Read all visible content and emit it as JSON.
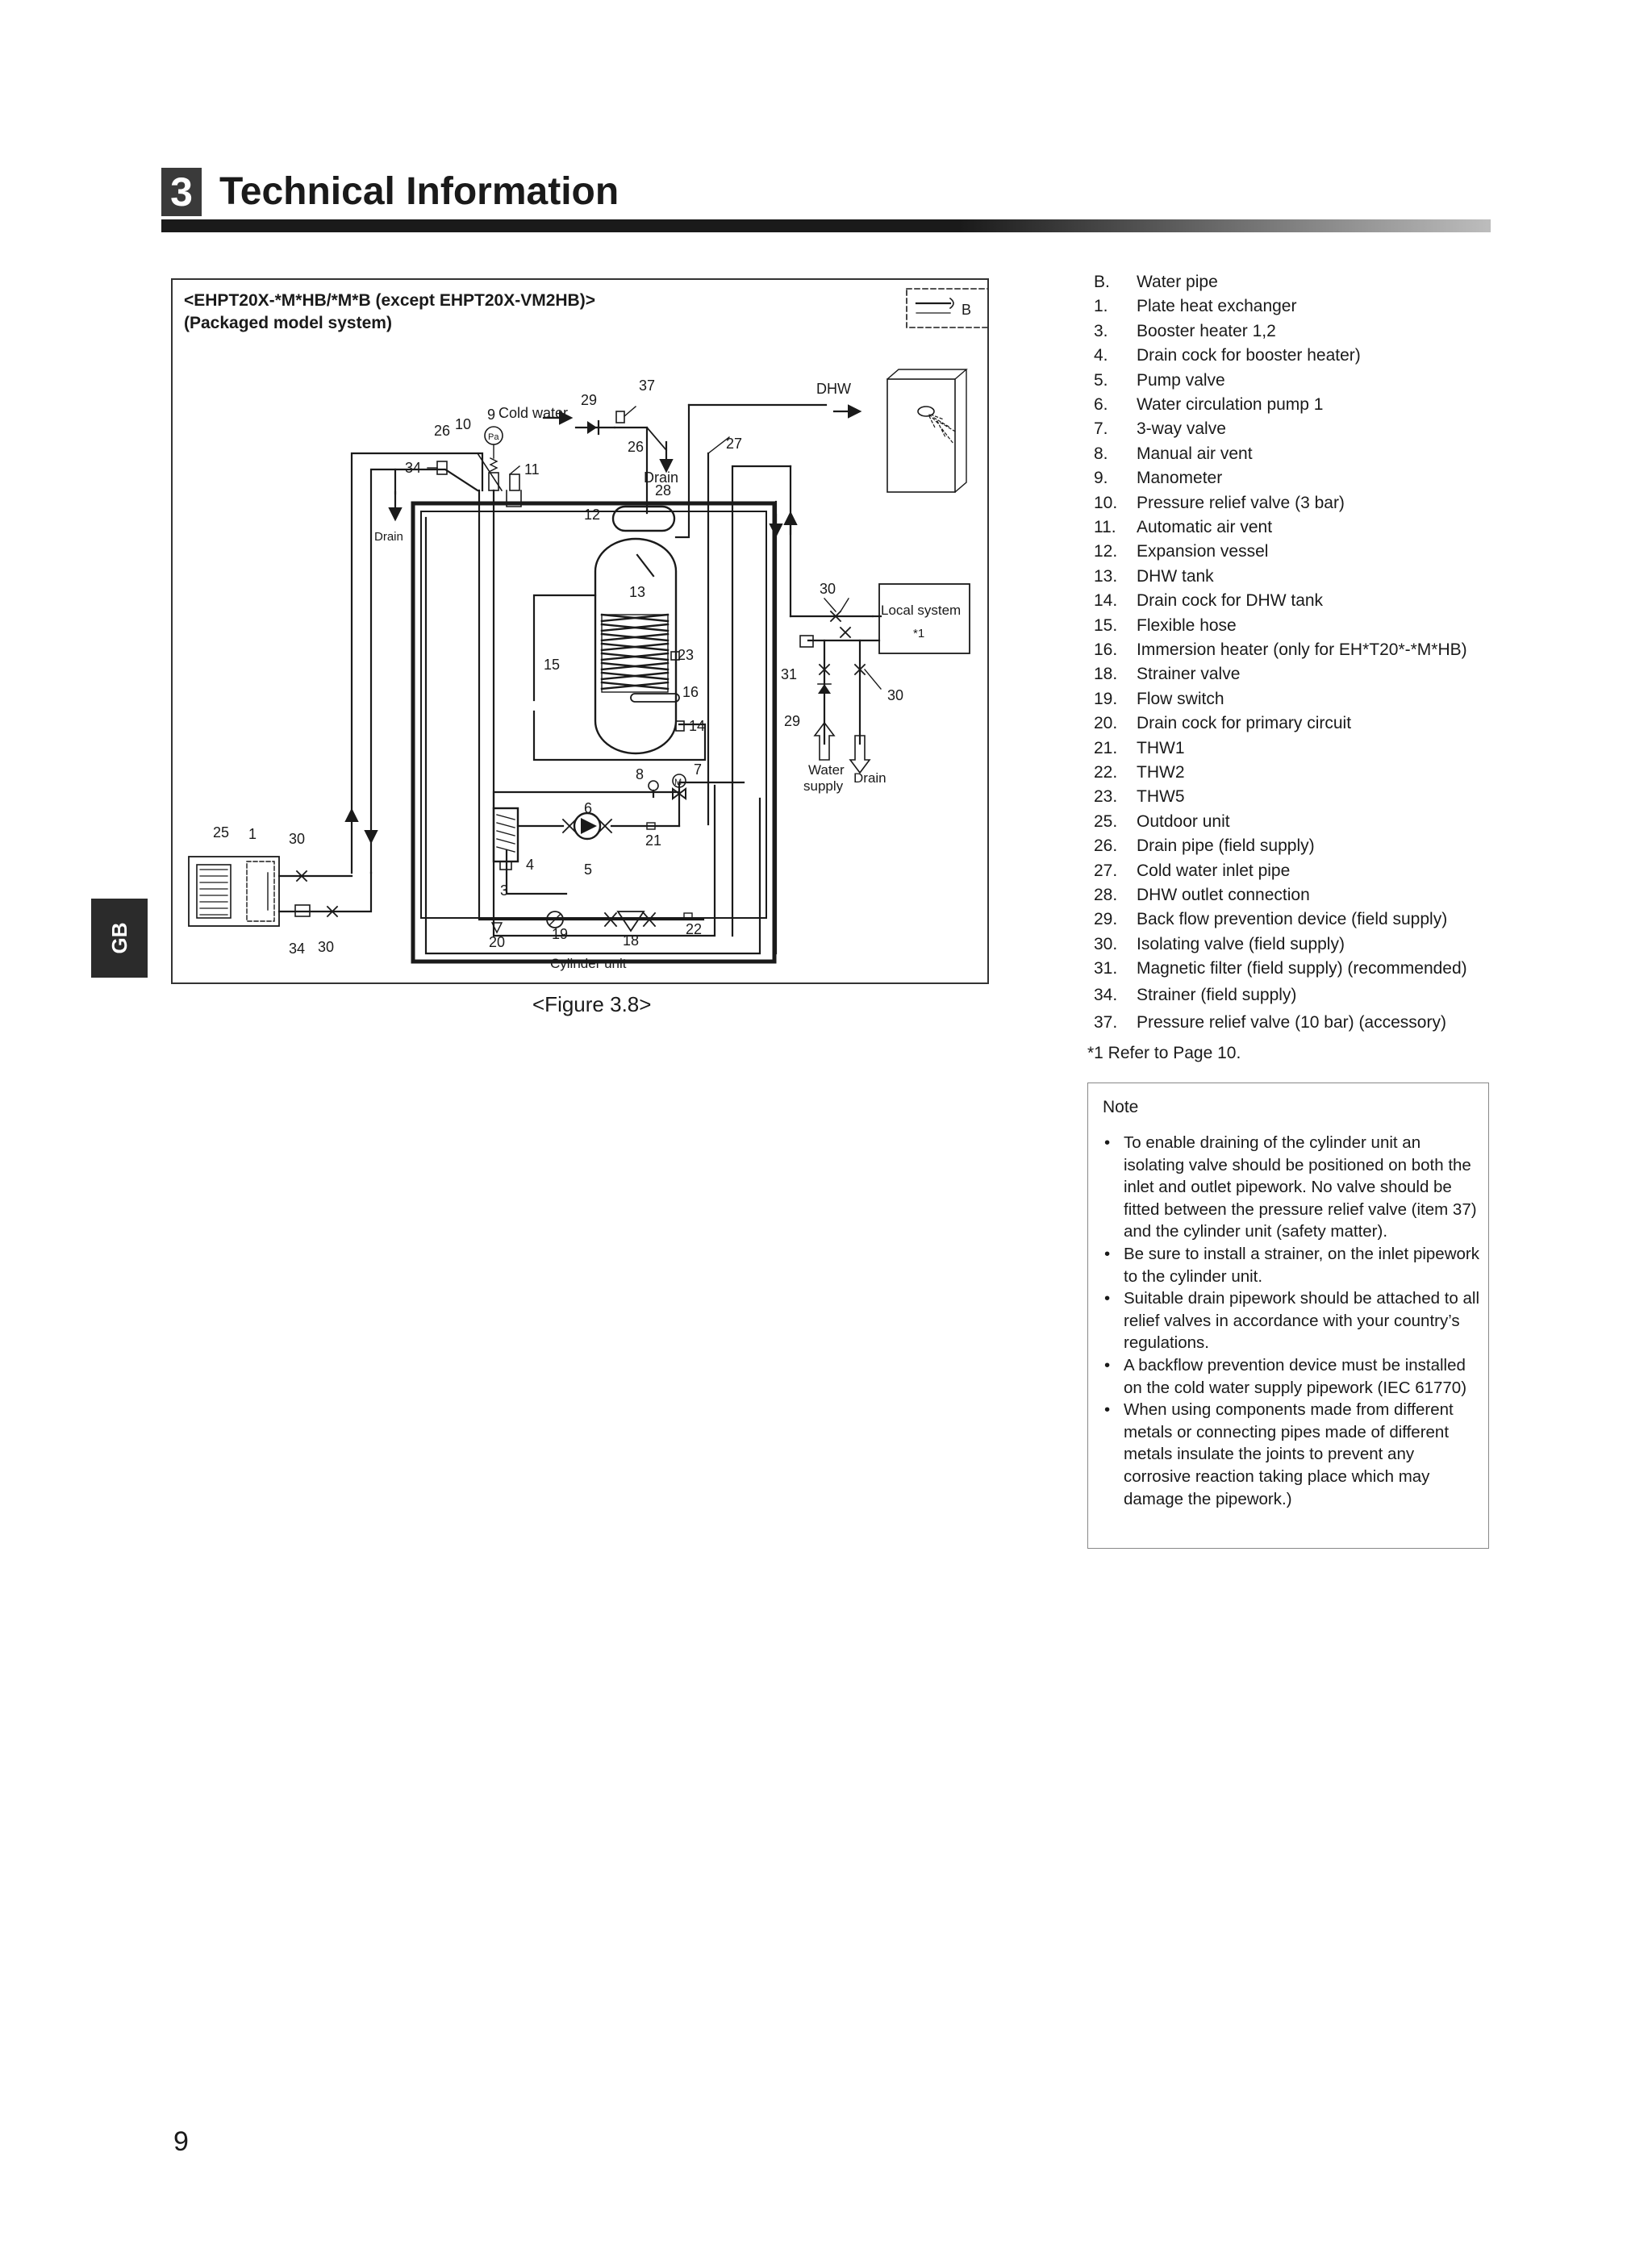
{
  "header": {
    "section_number": "3",
    "title": "Technical Information"
  },
  "side_tab": "GB",
  "figure": {
    "model": "<EHPT20X-*M*HB/*M*B (except EHPT20X-VM2HB)>",
    "system": "(Packaged model system)",
    "caption": "<Figure 3.8>",
    "key_label": "B",
    "labels": {
      "cold_water": "Cold water",
      "dhw": "DHW",
      "drain": "Drain",
      "drain_small": "Drain",
      "drain_28": "Drain",
      "local_system": "Local system",
      "ref1": "*1",
      "water": "Water",
      "supply": "supply",
      "drain_right": "Drain",
      "cylinder_unit": "Cylinder unit",
      "pa": "Pa",
      "m": "M"
    },
    "numbers": {
      "n37": "37",
      "n29a": "29",
      "n9": "9",
      "n10": "10",
      "n26a": "26",
      "n26b": "26",
      "n27": "27",
      "n34a": "34",
      "n11": "11",
      "n28": "28",
      "n12": "12",
      "n13": "13",
      "n30a": "30",
      "n15": "15",
      "n23": "23",
      "n16": "16",
      "n14": "14",
      "n31": "31",
      "n30b": "30",
      "n29b": "29",
      "n8": "8",
      "n7": "7",
      "n6": "6",
      "n25": "25",
      "n1": "1",
      "n30c": "30",
      "n21": "21",
      "n4": "4",
      "n5": "5",
      "n3": "3",
      "n22": "22",
      "n19": "19",
      "n18": "18",
      "n20": "20",
      "n34b": "34",
      "n30d": "30"
    }
  },
  "legend": [
    {
      "key": "B.",
      "text": "Water pipe"
    },
    {
      "key": "1.",
      "text": "Plate heat exchanger"
    },
    {
      "key": "3.",
      "text": "Booster heater 1,2"
    },
    {
      "key": "4.",
      "text": "Drain cock for booster heater)"
    },
    {
      "key": "5.",
      "text": "Pump valve"
    },
    {
      "key": "6.",
      "text": "Water circulation pump 1"
    },
    {
      "key": "7.",
      "text": "3-way valve"
    },
    {
      "key": "8.",
      "text": "Manual air vent"
    },
    {
      "key": "9.",
      "text": "Manometer"
    },
    {
      "key": "10.",
      "text": "Pressure relief valve (3 bar)"
    },
    {
      "key": "11.",
      "text": "Automatic air vent"
    },
    {
      "key": "12.",
      "text": "Expansion vessel"
    },
    {
      "key": "13.",
      "text": "DHW tank"
    },
    {
      "key": "14.",
      "text": "Drain cock for DHW tank"
    },
    {
      "key": "15.",
      "text": "Flexible hose"
    },
    {
      "key": "16.",
      "text": "Immersion heater (only for EH*T20*-*M*HB)"
    },
    {
      "key": "18.",
      "text": "Strainer valve"
    },
    {
      "key": "19.",
      "text": "Flow switch"
    },
    {
      "key": "20.",
      "text": "Drain cock for primary circuit"
    },
    {
      "key": "21.",
      "text": "THW1"
    },
    {
      "key": "22.",
      "text": "THW2"
    },
    {
      "key": "23.",
      "text": "THW5"
    },
    {
      "key": "25.",
      "text": "Outdoor unit"
    },
    {
      "key": "26.",
      "text": "Drain pipe (field supply)"
    },
    {
      "key": "27.",
      "text": "Cold water inlet pipe"
    },
    {
      "key": "28.",
      "text": "DHW outlet connection"
    },
    {
      "key": "29.",
      "text": "Back flow prevention device (field supply)"
    },
    {
      "key": "30.",
      "text": "Isolating valve (field supply)"
    },
    {
      "key": "31.",
      "text": "Magnetic filter (field supply) (recommended)"
    },
    {
      "key": "34.",
      "text": "Strainer (field supply)"
    },
    {
      "key": "37.",
      "text": "Pressure relief valve (10 bar) (accessory)"
    }
  ],
  "ref_note": "*1 Refer to Page 10.",
  "note": {
    "title": "Note",
    "items": [
      "To enable draining of the cylinder unit an isolating valve should be positioned on both the inlet and outlet pipework. No valve should be fitted between the pressure relief valve (item 37) and the cylinder unit (safety matter).",
      "Be sure to install a strainer, on the inlet pipework to the cylinder unit.",
      "Suitable drain pipework should be attached to all relief valves in accordance with your country’s regulations.",
      "A backflow prevention device must be installed on the cold water supply pipework (IEC 61770)",
      "When using components made from different metals or connecting pipes made of different metals insulate the joints to prevent any corrosive reaction taking place which may damage the pipework.)"
    ]
  },
  "page_number": "9"
}
